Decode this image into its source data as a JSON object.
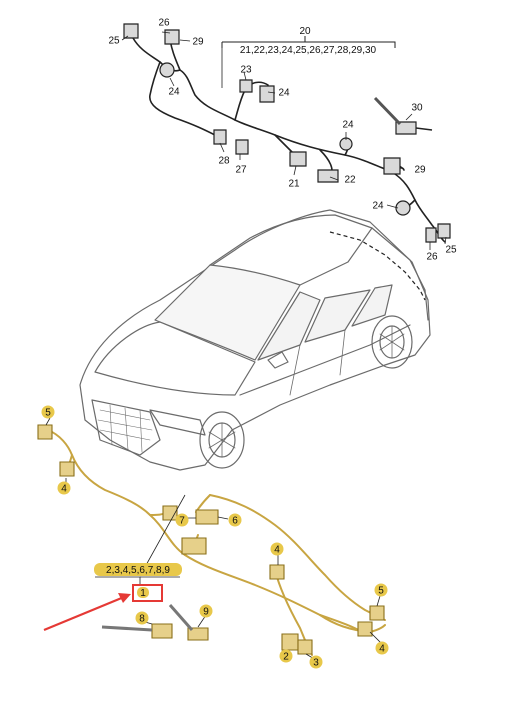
{
  "colors": {
    "harness_rear": "#222222",
    "harness_front": "#c8a542",
    "badge_fill": "#e8c84a",
    "car_outline": "#6b6b6b",
    "highlight_box": "#e53935",
    "arrow": "#e53935"
  },
  "labels": {
    "top_group_number": "20",
    "top_group_list": "21,22,23,24,25,26,27,28,29,30",
    "front_group_list": "2,3,4,5,6,7,8,9",
    "highlight_number": "1",
    "rear_callouts": [
      "25",
      "26",
      "29",
      "24",
      "23",
      "24",
      "24",
      "30",
      "28",
      "27",
      "21",
      "22",
      "29",
      "24",
      "25",
      "26"
    ],
    "front_callouts": [
      "5",
      "4",
      "7",
      "6",
      "4",
      "8",
      "9",
      "5",
      "4",
      "2",
      "3"
    ]
  }
}
